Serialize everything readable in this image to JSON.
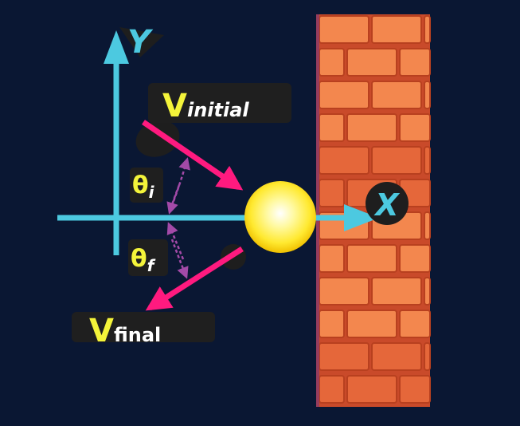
{
  "labels": {
    "y_axis": "Y",
    "x_axis": "X",
    "v_initial_main": "V",
    "v_initial_sub": "initial",
    "v_final_main": "V",
    "v_final_sub": "final",
    "theta_i_main": "θ",
    "theta_i_sub": "i",
    "theta_f_main": "θ",
    "theta_f_sub": "f"
  },
  "colors": {
    "background": "#0a1733",
    "axis": "#4cc9e0",
    "velocity_arrow": "#ff1a7f",
    "label_yellow": "#f4f43a",
    "label_box": "#1f1f1f",
    "ball": "#fff34d",
    "brick": "#e8683a",
    "mortar": "#c94a2a",
    "angle_arc": "#a34aa8"
  }
}
